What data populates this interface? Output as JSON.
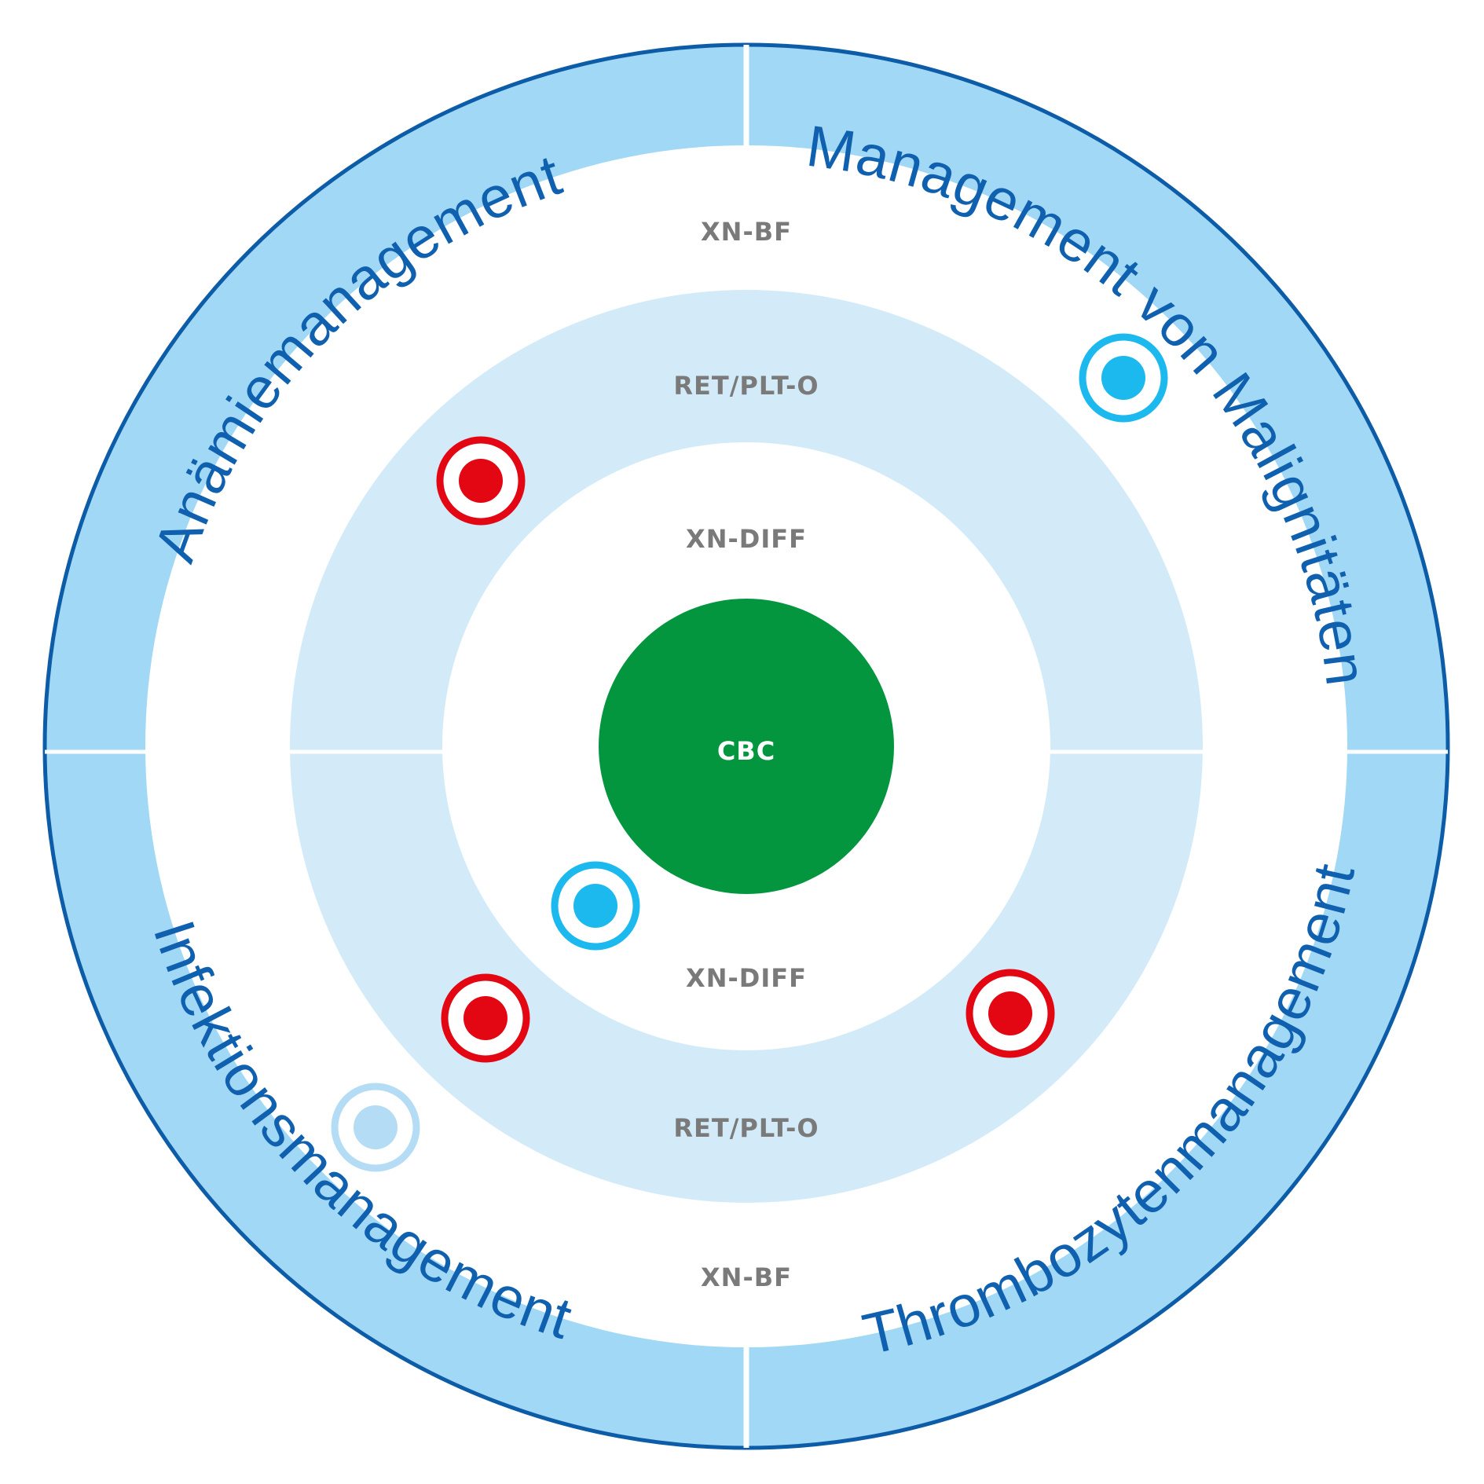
{
  "segments": {
    "top_left": "Anämiemanagement",
    "top_right": "Management von Malignitäten",
    "bottom_left": "Infektionsmanagement",
    "bottom_right": "Thrombozytenmanagement"
  },
  "rings": {
    "xn_bf_top": "XN-BF",
    "ret_plt_top": "RET/PLT-O",
    "xn_diff_top": "XN-DIFF",
    "xn_diff_bottom": "XN-DIFF",
    "ret_plt_bottom": "RET/PLT-O",
    "xn_bf_bottom": "XN-BF"
  },
  "core": {
    "label": "CBC"
  },
  "colors": {
    "outer_ring": "#a1d8f5",
    "outer_border": "#0d5ca8",
    "middle_ring": "#d3ebf9",
    "core": "#03963f",
    "label_blue": "#1060b0",
    "marker_red": "#e30613",
    "marker_cyan": "#1bb9ee",
    "marker_light": "#b4dcf4"
  },
  "markers": [
    {
      "name": "marker-cyan-top-right",
      "color": "cyan"
    },
    {
      "name": "marker-red-top-left",
      "color": "red"
    },
    {
      "name": "marker-cyan-center-left",
      "color": "cyan"
    },
    {
      "name": "marker-red-bottom-left",
      "color": "red"
    },
    {
      "name": "marker-red-bottom-right",
      "color": "red"
    },
    {
      "name": "marker-light-bottom-left",
      "color": "light"
    }
  ]
}
